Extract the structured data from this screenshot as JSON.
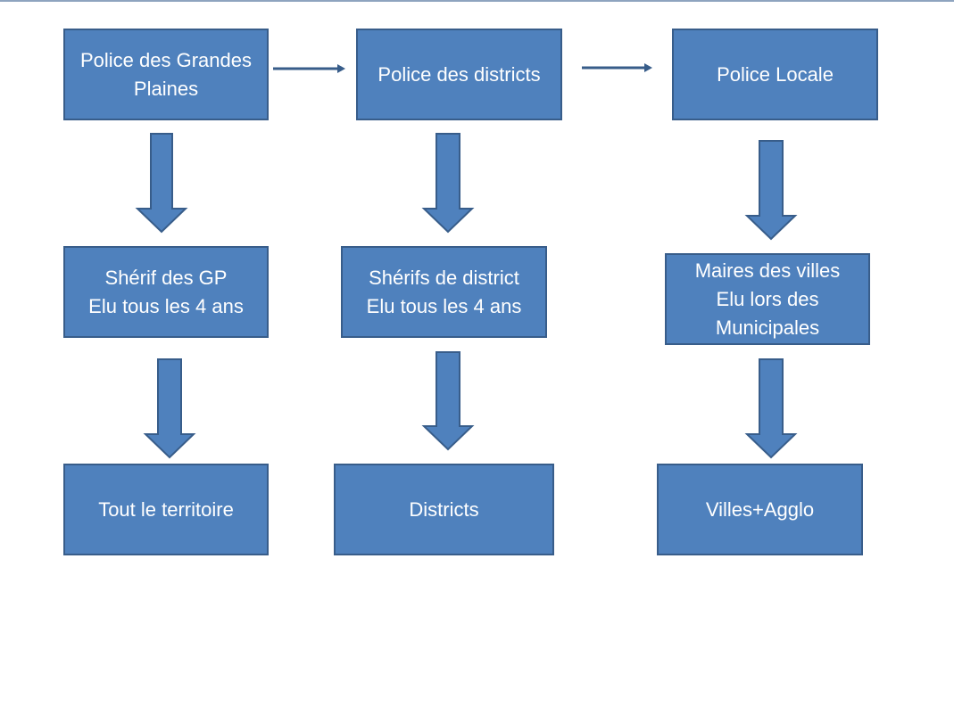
{
  "diagram": {
    "colors": {
      "box_fill": "#4f81bd",
      "box_border": "#385d8a",
      "text": "#ffffff"
    },
    "columns": [
      {
        "top": {
          "lines": [
            "Police des Grandes",
            "Plaines"
          ]
        },
        "middle": {
          "lines": [
            "Shérif des GP",
            "Elu tous les 4 ans"
          ]
        },
        "bottom": {
          "lines": [
            "Tout le territoire"
          ]
        }
      },
      {
        "top": {
          "lines": [
            "Police des districts"
          ]
        },
        "middle": {
          "lines": [
            "Shérifs de district",
            "Elu tous les 4 ans"
          ]
        },
        "bottom": {
          "lines": [
            "Districts"
          ]
        }
      },
      {
        "top": {
          "lines": [
            "Police Locale"
          ]
        },
        "middle": {
          "lines": [
            "Maires des villes",
            "Elu lors des",
            "Municipales"
          ]
        },
        "bottom": {
          "lines": [
            "Villes+Agglo"
          ]
        }
      }
    ]
  }
}
